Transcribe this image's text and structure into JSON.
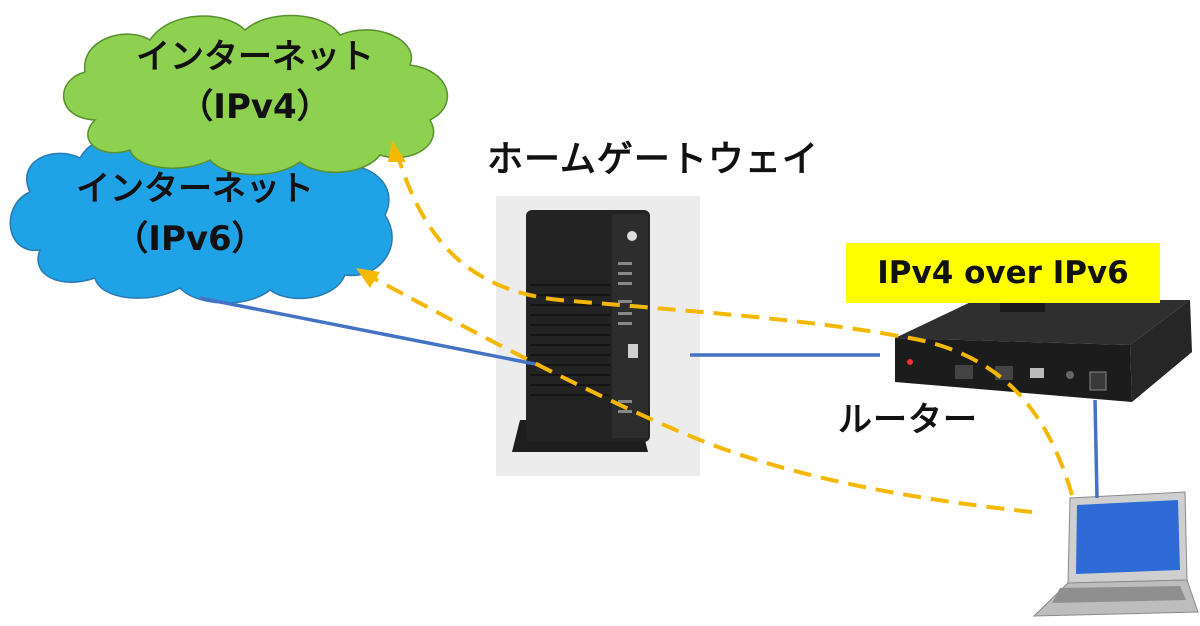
{
  "clouds": {
    "ipv4": {
      "line1": "インターネット",
      "line2": "（IPv4）",
      "color": "#8ed04f"
    },
    "ipv6": {
      "line1": "インターネット",
      "line2": "（IPv6）",
      "color": "#1fa3e6"
    }
  },
  "devices": {
    "gateway_label": "ホームゲートウェイ",
    "router_label": "ルーター"
  },
  "badge": {
    "text": "IPv4 over IPv6",
    "color": "#ffff00"
  },
  "colors": {
    "cable": "#4472c4",
    "tunnel": "#f5b800"
  }
}
